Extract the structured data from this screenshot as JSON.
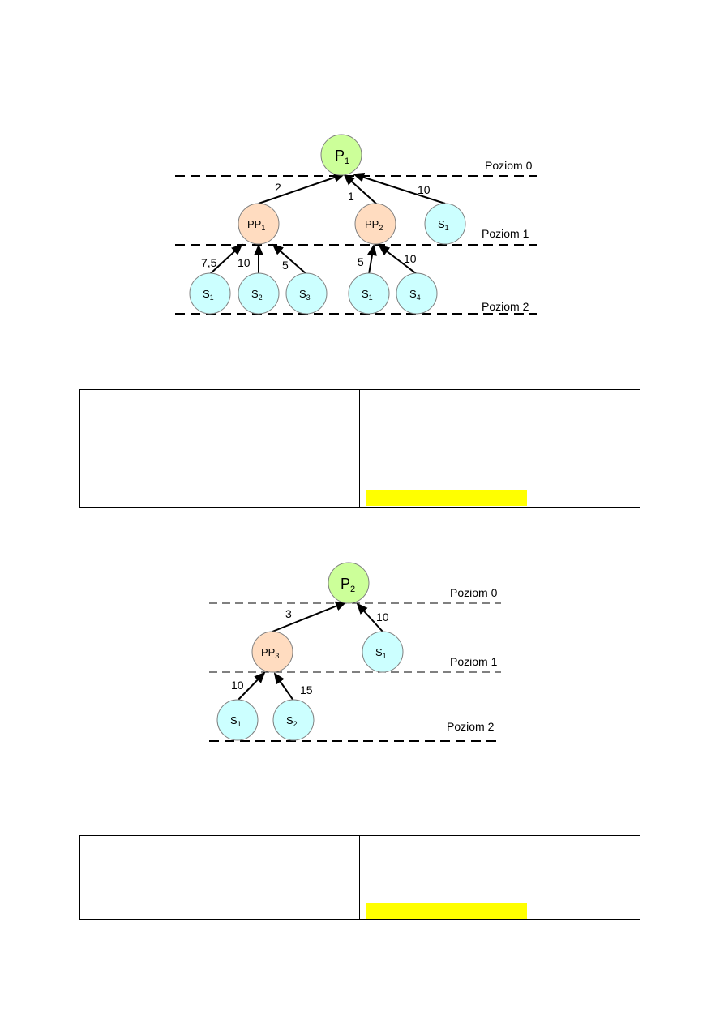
{
  "colors": {
    "root_node": "#ccff99",
    "intermediate_node": "#ffdcc0",
    "leaf_node": "#ccffff",
    "node_stroke": "#7f7f7f",
    "highlight": "#ffff00"
  },
  "diagram1": {
    "levels": [
      "Poziom 0",
      "Poziom 1",
      "Poziom 2"
    ],
    "root": {
      "label": "P",
      "sub": "1"
    },
    "level1": [
      {
        "label": "PP",
        "sub": "1",
        "kind": "intermediate"
      },
      {
        "label": "PP",
        "sub": "2",
        "kind": "intermediate"
      },
      {
        "label": "S",
        "sub": "1",
        "kind": "leaf"
      }
    ],
    "level2": [
      {
        "label": "S",
        "sub": "1"
      },
      {
        "label": "S",
        "sub": "2"
      },
      {
        "label": "S",
        "sub": "3"
      },
      {
        "label": "S",
        "sub": "1"
      },
      {
        "label": "S",
        "sub": "4"
      }
    ],
    "edge_weights_level1": [
      "2",
      "1",
      "10"
    ],
    "edge_weights_level2": [
      "7,5",
      "10",
      "5",
      "5",
      "10"
    ]
  },
  "diagram2": {
    "levels": [
      "Poziom 0",
      "Poziom 1",
      "Poziom 2"
    ],
    "root": {
      "label": "P",
      "sub": "2"
    },
    "level1": [
      {
        "label": "PP",
        "sub": "3",
        "kind": "intermediate"
      },
      {
        "label": "S",
        "sub": "1",
        "kind": "leaf"
      }
    ],
    "level2": [
      {
        "label": "S",
        "sub": "1"
      },
      {
        "label": "S",
        "sub": "2"
      }
    ],
    "edge_weights_level1": [
      "3",
      "10"
    ],
    "edge_weights_level2": [
      "10",
      "15"
    ]
  }
}
